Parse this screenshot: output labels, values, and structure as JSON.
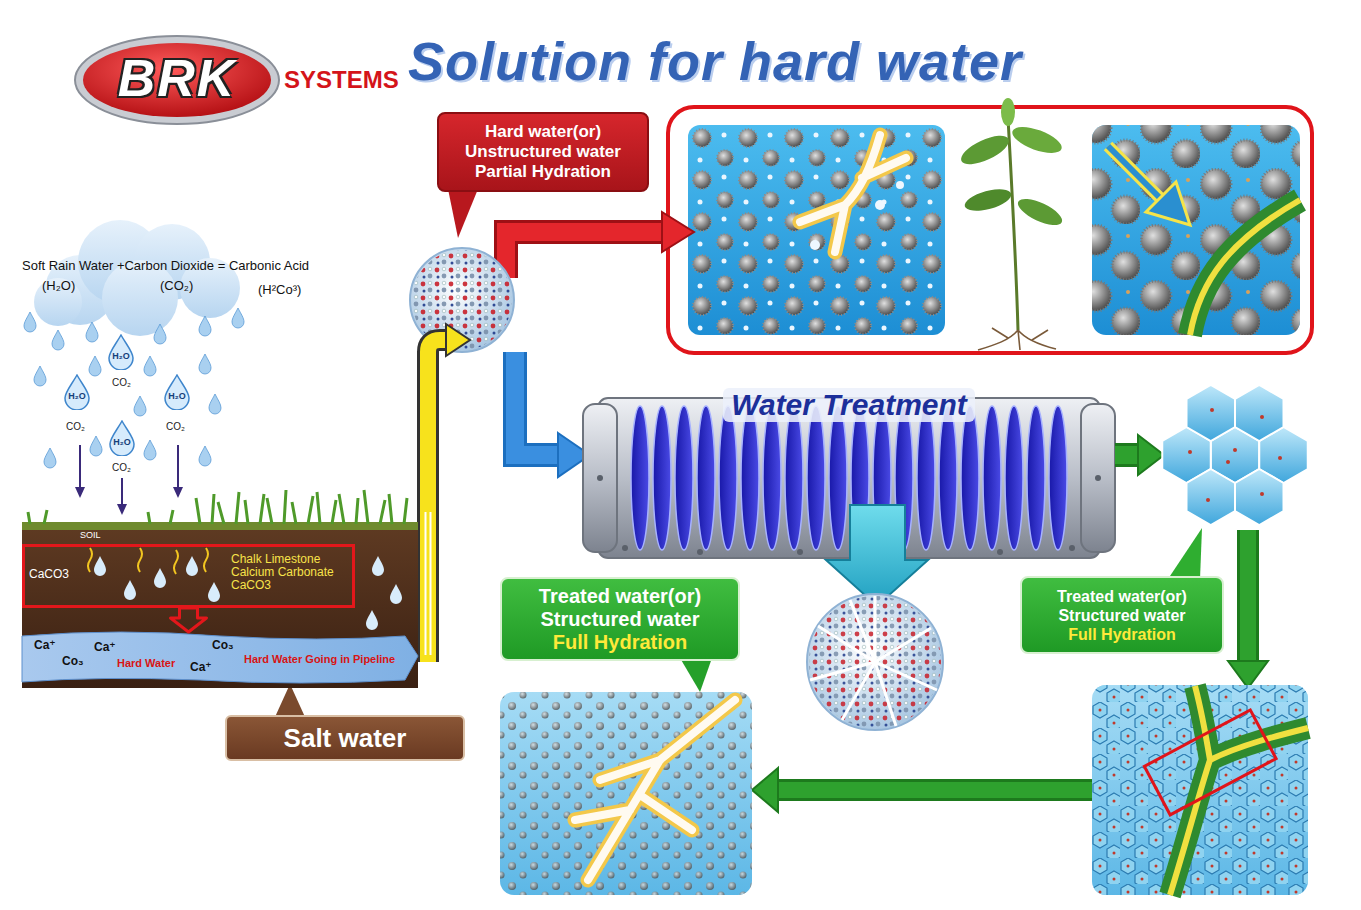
{
  "diagram": {
    "title": "Solution for hard water",
    "nodes": [
      {
        "text": [
          "BRK",
          "SYSTEMS"
        ]
      },
      {
        "text": [
          "Hard water(or) Unstructured water Partial Hydration"
        ]
      },
      {
        "text": [
          "Soft Rain Water +Carbon Dioxide = Carbonic Acid",
          "(H₂O)",
          "(CO₂)"
        ]
      },
      {
        "text": [
          "H₂O"
        ]
      },
      {
        "text": [
          "H₂O"
        ]
      },
      {
        "text": [
          "H₂O"
        ]
      },
      {
        "text": [
          "H₂O"
        ]
      },
      {
        "text": [
          "Water Treatment"
        ]
      },
      {
        "text": [
          "CaCO3",
          "Chalk Limestone Calcium Carbonate CaCO3"
        ]
      },
      {
        "text": [
          "Treated water(or) Structured water",
          "Full Hydration"
        ]
      },
      {
        "text": [
          "Treated water(or) Structured water",
          "Full Hydration"
        ]
      },
      {
        "text": [
          "Ca⁺",
          "Co₃",
          "Ca⁺",
          "Hard Water",
          "Ca⁺",
          "Co₃",
          "Hard Water Going in Pipeline"
        ]
      },
      {
        "text": [
          "Salt water"
        ]
      }
    ],
    "edges": [
      {
        "from": 8,
        "to": 11,
        "arrow": "to"
      }
    ],
    "labels": [
      "(H²Co³)",
      "CO₂",
      "CO₂",
      "CO₂",
      "CO₂",
      "SOIL"
    ]
  }
}
